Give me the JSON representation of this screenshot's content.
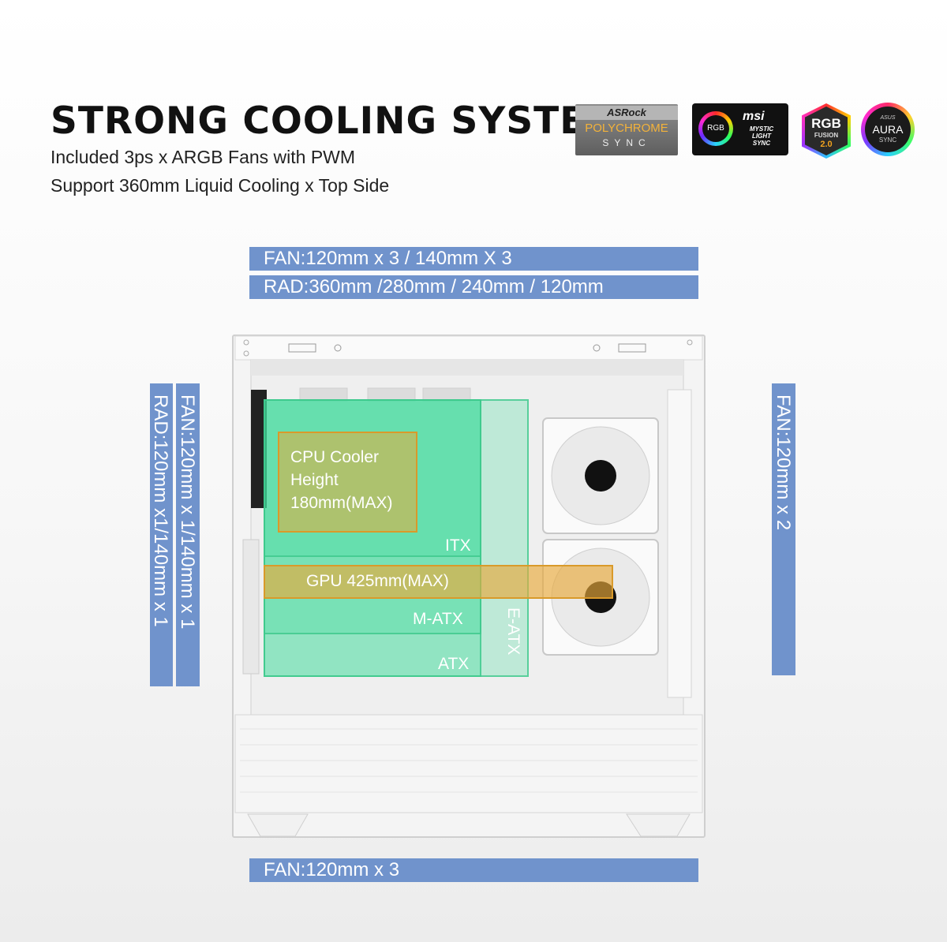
{
  "header": {
    "title": "STRONG COOLING SYSTEM",
    "line1": "Included 3ps x ARGB Fans with PWM",
    "line2": "Support 360mm Liquid Cooling x Top Side"
  },
  "logos": {
    "asrock": {
      "brand": "ASRock",
      "name": "POLYCHROME",
      "sub": "SYNC"
    },
    "msi": {
      "ring": "RGB",
      "brand": "msi",
      "line1": "MYSTIC",
      "line2": "LIGHT",
      "line3": "SYNC"
    },
    "gigabyte": {
      "top": "RGB",
      "mid": "FUSION",
      "ver": "2.0"
    },
    "asus": {
      "brand": "ASUS",
      "name": "AURA",
      "sub": "SYNC"
    }
  },
  "specs": {
    "top_fan": "FAN:120mm x 3 / 140mm X 3",
    "top_rad": "RAD:360mm /280mm / 240mm / 120mm",
    "rear_fan": "FAN:120mm x 1/140mm x 1",
    "rear_rad": "RAD:120mm x1/140mm x 1",
    "side_fan": "FAN:120mm x 2",
    "bottom_fan": "FAN:120mm x 3"
  },
  "clearance": {
    "cpu_line1": "CPU Cooler",
    "cpu_line2": "Height",
    "cpu_line3": "180mm(MAX)",
    "gpu": "GPU 425mm(MAX)"
  },
  "board_sizes": {
    "itx": "ITX",
    "matx": "M-ATX",
    "atx": "ATX",
    "eatx": "E-ATX"
  },
  "colors": {
    "spec_bar": "#7093cc",
    "board_zone": "#3fdc9a",
    "clearance_zone": "#e8a93a"
  }
}
